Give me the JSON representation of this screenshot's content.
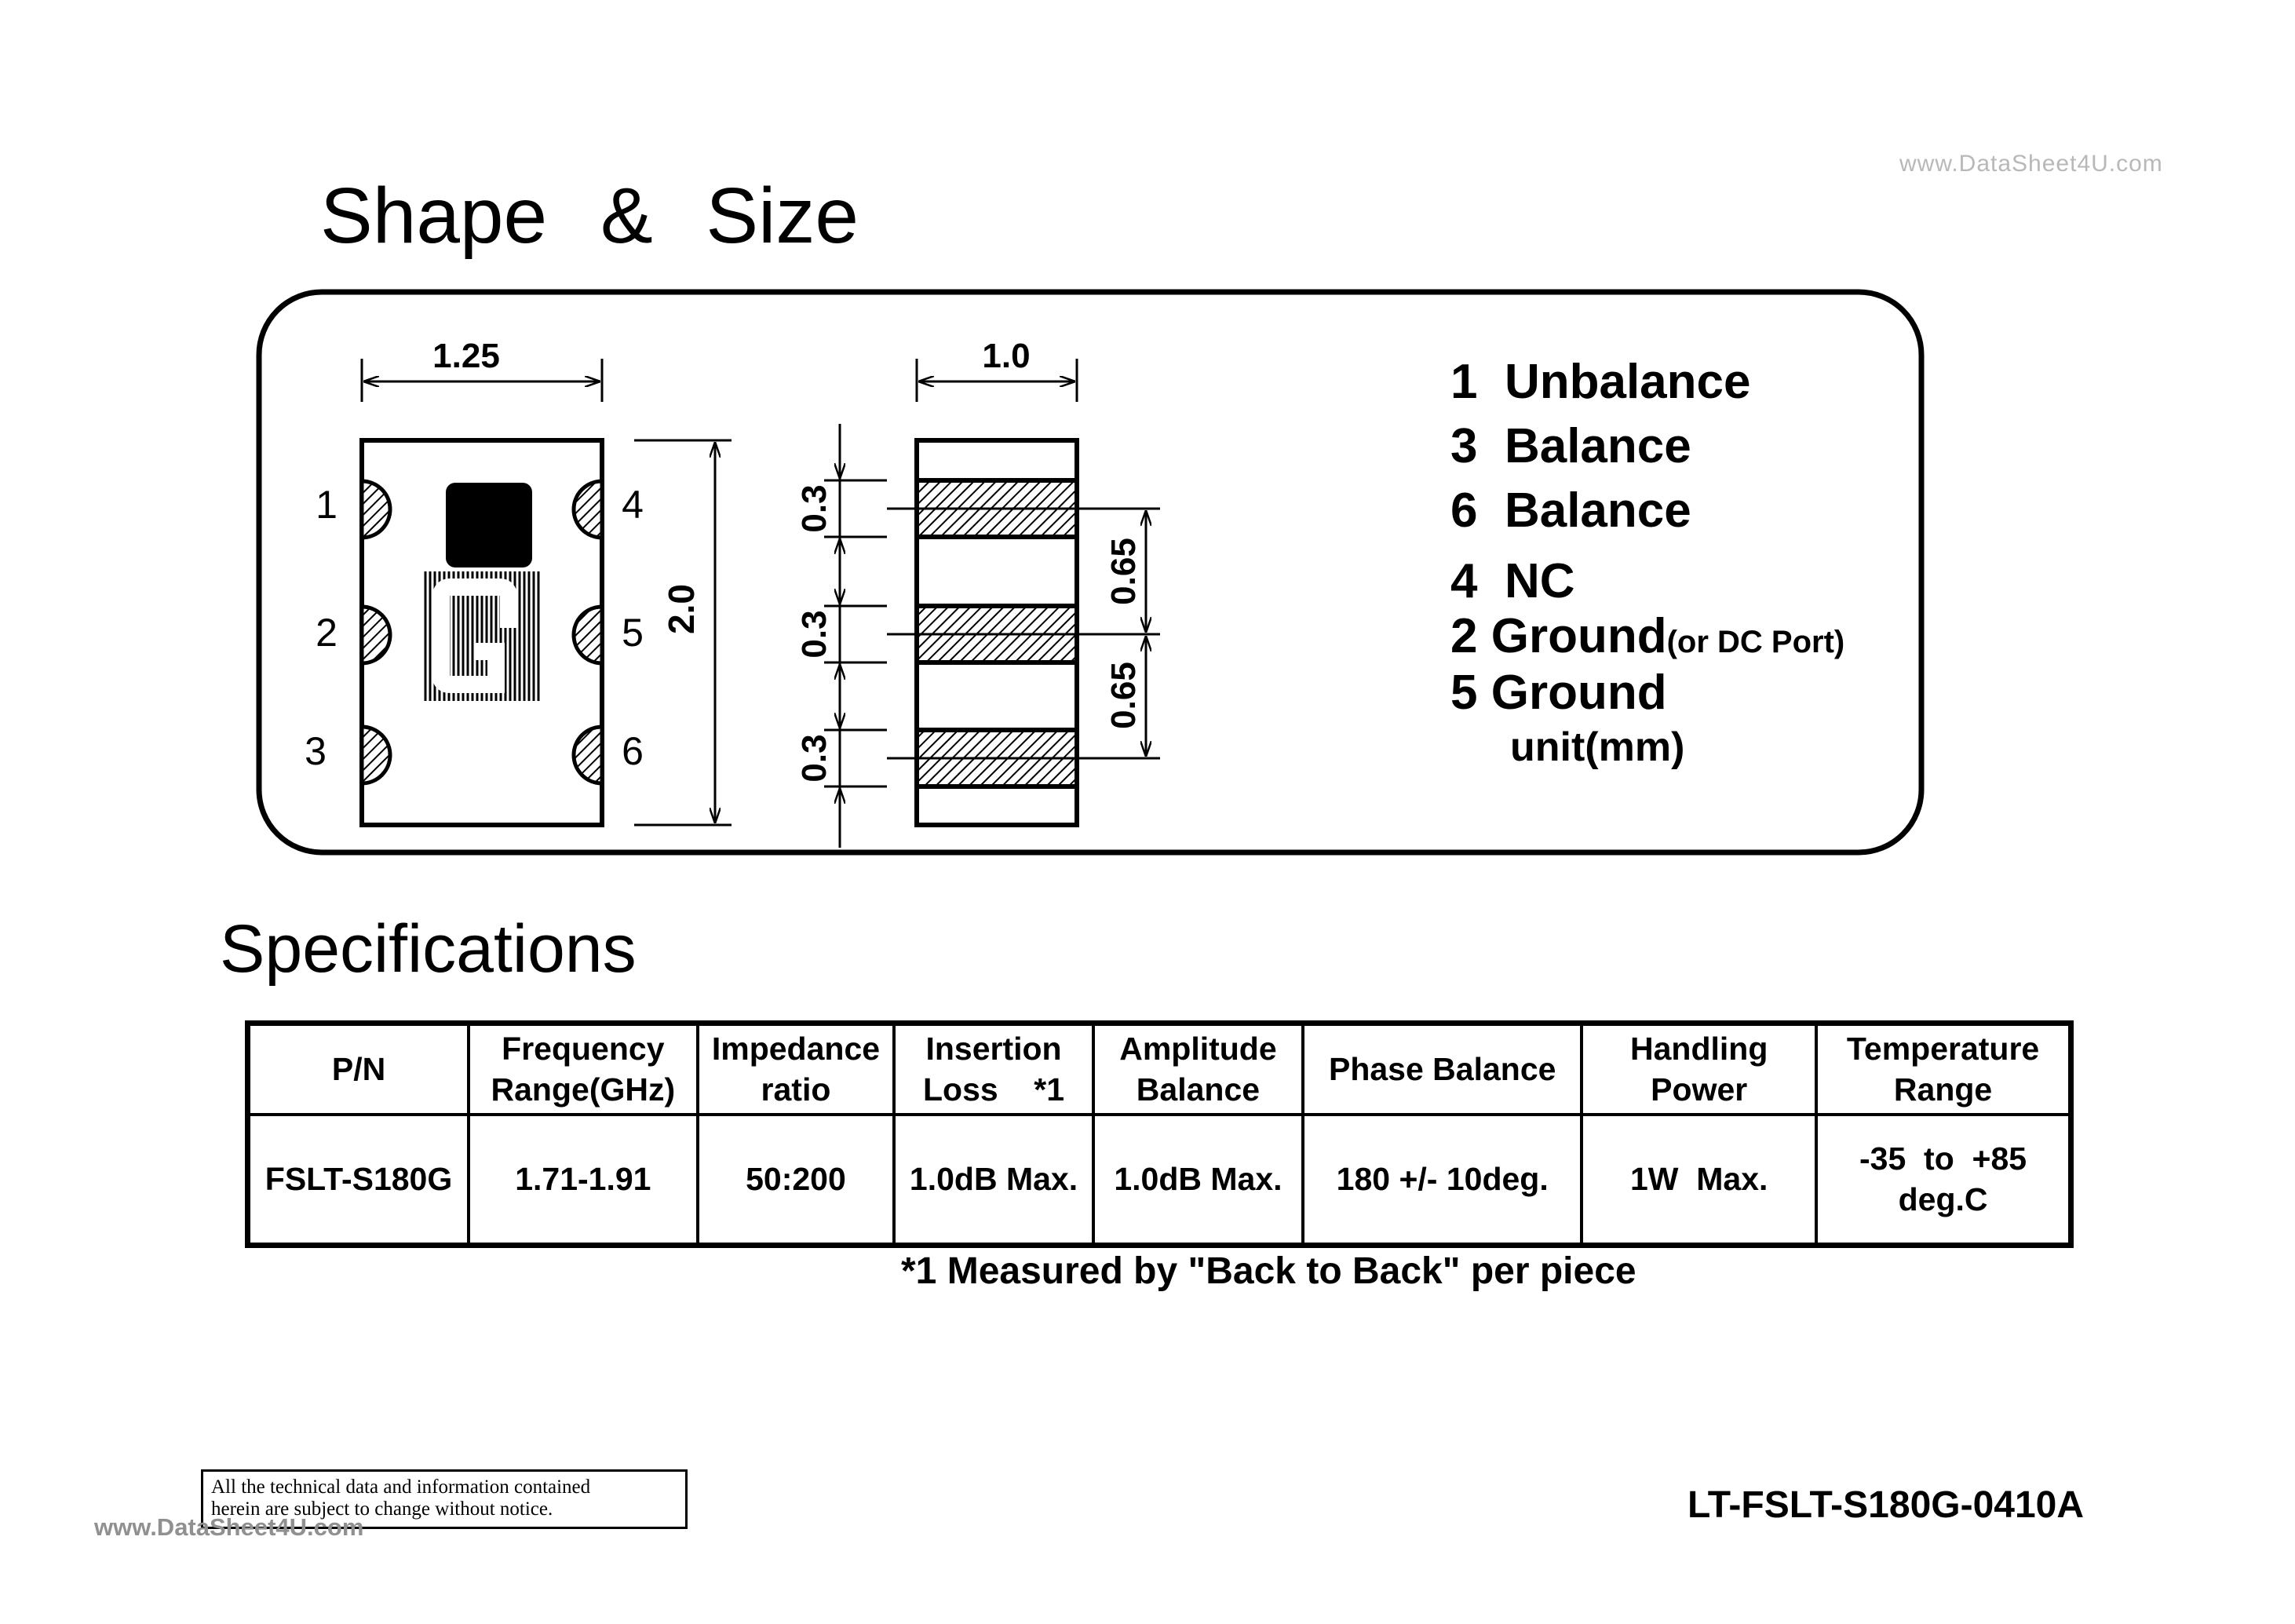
{
  "watermark": {
    "top": "www.DataSheet4U.com",
    "bottom": "www.DataSheet4U.com"
  },
  "shape_section": {
    "title": "Shape & Size",
    "dimensions": {
      "top_width": "1.25",
      "side_width": "1.0",
      "height": "2.0",
      "electrode_1": "0.3",
      "electrode_2": "0.3",
      "electrode_3": "0.3",
      "pitch_1": "0.65",
      "pitch_2": "0.65"
    },
    "pin_numbers": [
      "1",
      "2",
      "3",
      "4",
      "5",
      "6"
    ],
    "pin_list": [
      {
        "num": "1",
        "label": "Unbalance",
        "note": ""
      },
      {
        "num": "3",
        "label": "Balance",
        "note": ""
      },
      {
        "num": "6",
        "label": "Balance",
        "note": ""
      },
      {
        "num": "4",
        "label": "NC",
        "note": ""
      },
      {
        "num": "2",
        "label": "Ground",
        "note": "(or DC Port)"
      },
      {
        "num": "5",
        "label": "Ground",
        "note": ""
      }
    ],
    "unit": "unit(mm)",
    "marking_color": "#000000"
  },
  "spec_section": {
    "title": "Specifications",
    "headers": [
      [
        "P/N",
        ""
      ],
      [
        "Frequency",
        "Range(GHz)"
      ],
      [
        "Impedance",
        "ratio"
      ],
      [
        "Insertion",
        "Loss    *1"
      ],
      [
        "Amplitude",
        "Balance"
      ],
      [
        "Phase Balance",
        ""
      ],
      [
        "Handling",
        "Power"
      ],
      [
        "Temperature",
        "Range"
      ]
    ],
    "rows": [
      [
        [
          "FSLT-S180G",
          ""
        ],
        [
          "1.71-1.91",
          ""
        ],
        [
          "50:200",
          ""
        ],
        [
          "1.0dB Max.",
          ""
        ],
        [
          "1.0dB Max.",
          ""
        ],
        [
          "180 +/- 10deg.",
          ""
        ],
        [
          "1W  Max.",
          ""
        ],
        [
          "-35  to  +85",
          "deg.C"
        ]
      ]
    ],
    "footnote": "*1  Measured by \"Back to Back\" per piece"
  },
  "disclaimer": {
    "line1": "All the technical data and information contained",
    "line2": "herein are subject to change without notice."
  },
  "doc_code": "LT-FSLT-S180G-0410A"
}
